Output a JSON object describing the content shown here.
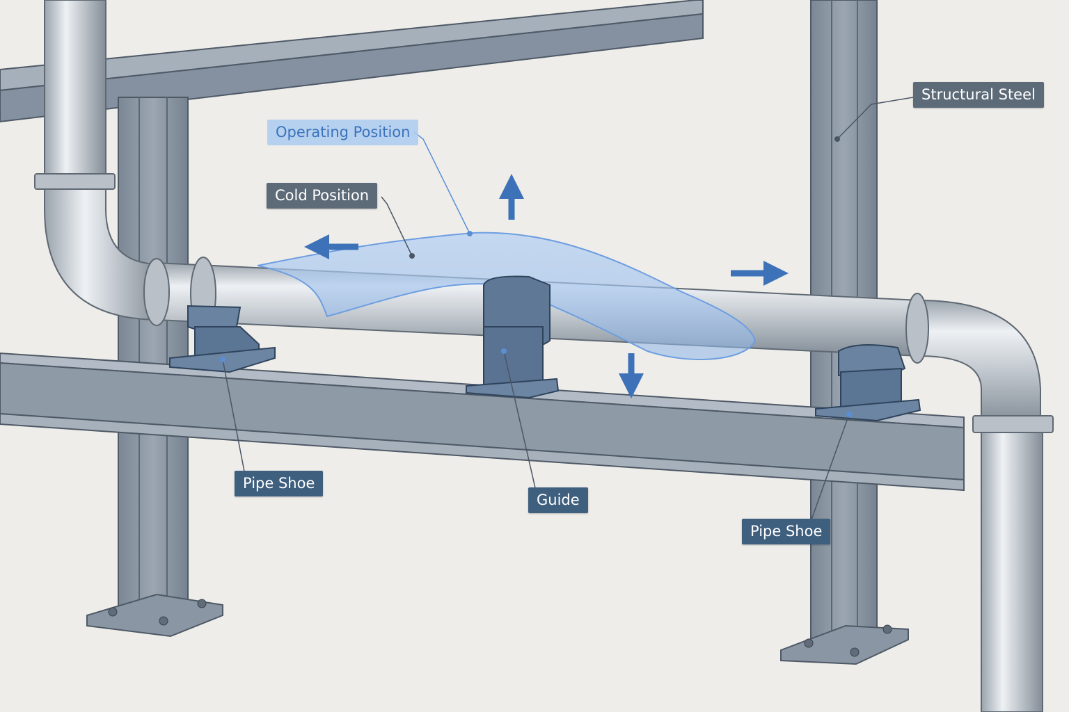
{
  "labels": {
    "structural_steel": "Structural Steel",
    "operating_position": "Operating Position",
    "cold_position": "Cold Position",
    "pipe_shoe_left": "Pipe Shoe",
    "guide": "Guide",
    "pipe_shoe_right": "Pipe Shoe"
  },
  "colors": {
    "background": "#efedea",
    "steel": "#8c98a5",
    "pipe": "#c5cbd1",
    "support": "#566d87",
    "operating_highlight": "#9cc0ec",
    "arrow": "#3d72b8",
    "label_steel": "#5d6b79",
    "label_support": "#3f5f7f"
  },
  "icons": {
    "movement_arrows": [
      "arrow-left-icon",
      "arrow-up-icon",
      "arrow-right-icon",
      "arrow-down-icon"
    ]
  }
}
